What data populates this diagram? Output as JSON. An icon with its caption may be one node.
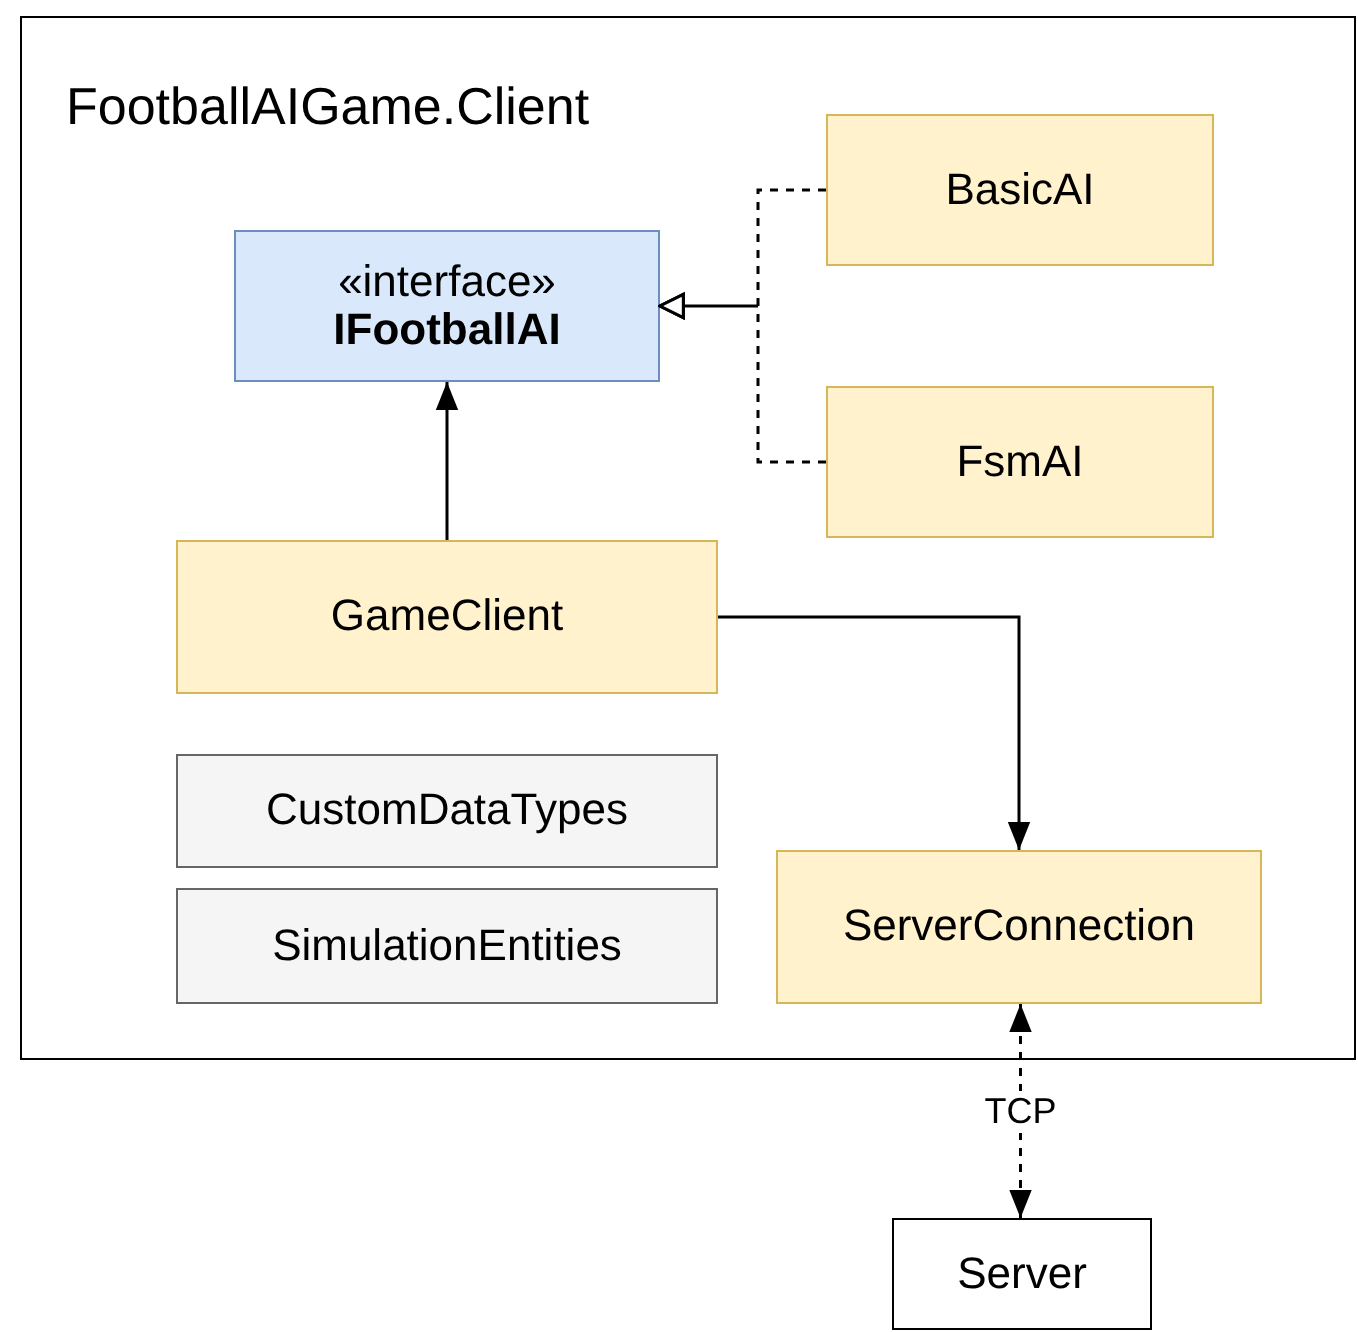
{
  "diagram": {
    "nodes": [
      {
        "text": [
          "FootballAIGame.Client"
        ]
      },
      {
        "text": [
          "«interface»",
          "IFootballAI"
        ],
        "in": 0
      },
      {
        "text": [
          "BasicAI"
        ],
        "in": 0
      },
      {
        "text": [
          "FsmAI"
        ],
        "in": 0
      },
      {
        "text": [
          "GameClient"
        ],
        "in": 0
      },
      {
        "text": [
          "CustomDataTypes"
        ],
        "in": 0
      },
      {
        "text": [
          "SimulationEntities"
        ],
        "in": 0
      },
      {
        "text": [
          "ServerConnection"
        ],
        "in": 0
      },
      {
        "text": [
          "Server"
        ]
      }
    ],
    "edges": [
      {
        "from": 2,
        "to": 1,
        "arrow": "to",
        "style": "dashed"
      },
      {
        "from": 3,
        "to": 1,
        "arrow": "to",
        "style": "dashed"
      },
      {
        "from": 4,
        "to": 1,
        "arrow": "to"
      },
      {
        "from": 4,
        "to": 7,
        "arrow": "to"
      },
      {
        "from": 7,
        "to": 8,
        "arrow": "both",
        "style": "dashed",
        "label": "TCP"
      }
    ]
  }
}
